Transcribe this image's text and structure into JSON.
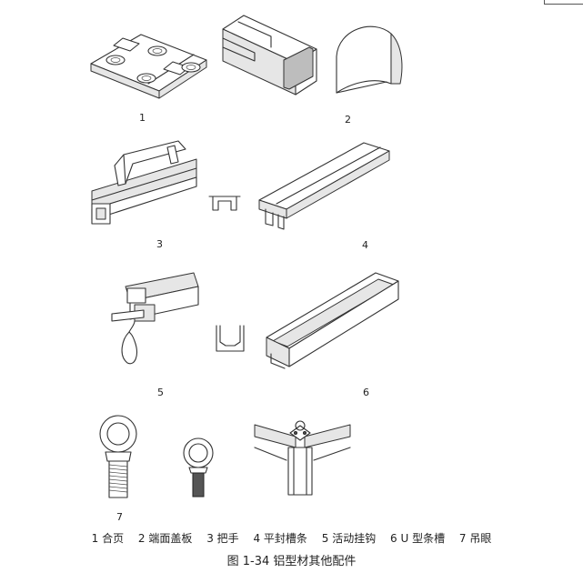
{
  "figure": {
    "numbers": [
      "1",
      "2",
      "3",
      "4",
      "5",
      "6",
      "7"
    ],
    "legend": [
      "1 合页",
      "2 端面盖板",
      "3 把手",
      "4 平封槽条",
      "5 活动挂钩",
      "6 U 型条槽",
      "7 吊眼"
    ],
    "caption": "图 1-34  铝型材其他配件"
  }
}
